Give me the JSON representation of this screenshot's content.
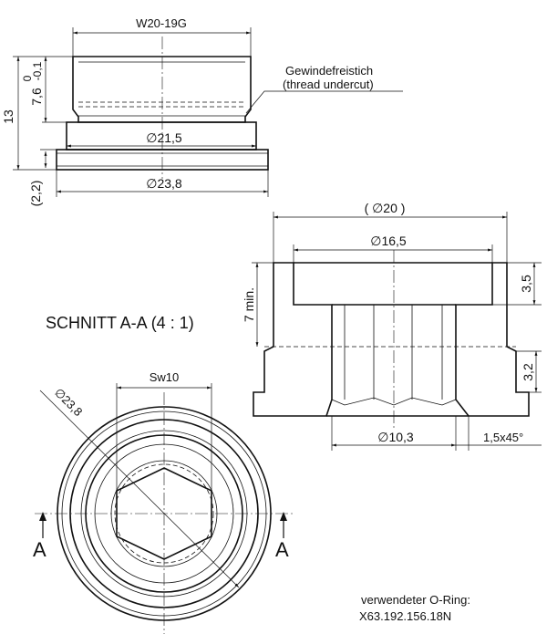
{
  "drawing": {
    "top_view": {
      "thread_label": "W20-19G",
      "undercut_label_de": "Gewindefreistich",
      "undercut_label_en": "(thread undercut)",
      "dia_collar": "∅21,5",
      "dia_flange": "∅23,8",
      "height_total": "13",
      "height_thread": "7,6",
      "tol_upper": "0",
      "tol_lower": "-0,1",
      "flange_height": "(2,2)"
    },
    "section": {
      "title": "SCHNITT A-A  (4 : 1)",
      "dia_outer_ref": "( ∅20 )",
      "dia_counterbore": "∅16,5",
      "dia_bore": "∅10,3",
      "chamfer": "1,5x45°",
      "depth_counterbore": "3,5",
      "depth_min": "7 min.",
      "groove_width": "3,2"
    },
    "bottom_view": {
      "hex_label": "Sw10",
      "dia_label": "∅23,8",
      "section_mark": "A"
    },
    "note": {
      "line1": "verwendeter O-Ring:",
      "line2": "X63.192.156.18N"
    }
  }
}
